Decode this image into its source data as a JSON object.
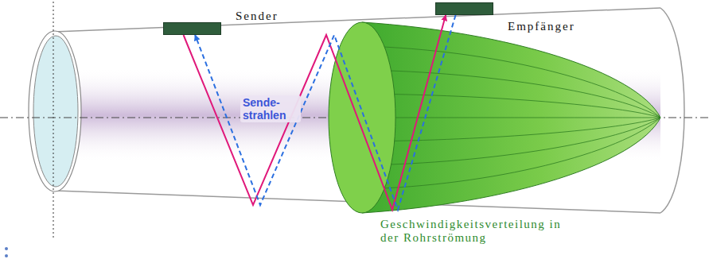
{
  "diagram": {
    "nodes": [
      {
        "text": [
          "Sender"
        ]
      },
      {
        "text": [
          "Empfänger"
        ]
      }
    ],
    "edges": [
      {
        "from": 0,
        "to": 1,
        "arrow": "to",
        "label": "Sende- strahlen"
      },
      {
        "from": 1,
        "to": 0,
        "arrow": "to"
      }
    ],
    "labels": [
      "Geschwindigkeitsverteilung in der Rohrströmung"
    ]
  }
}
